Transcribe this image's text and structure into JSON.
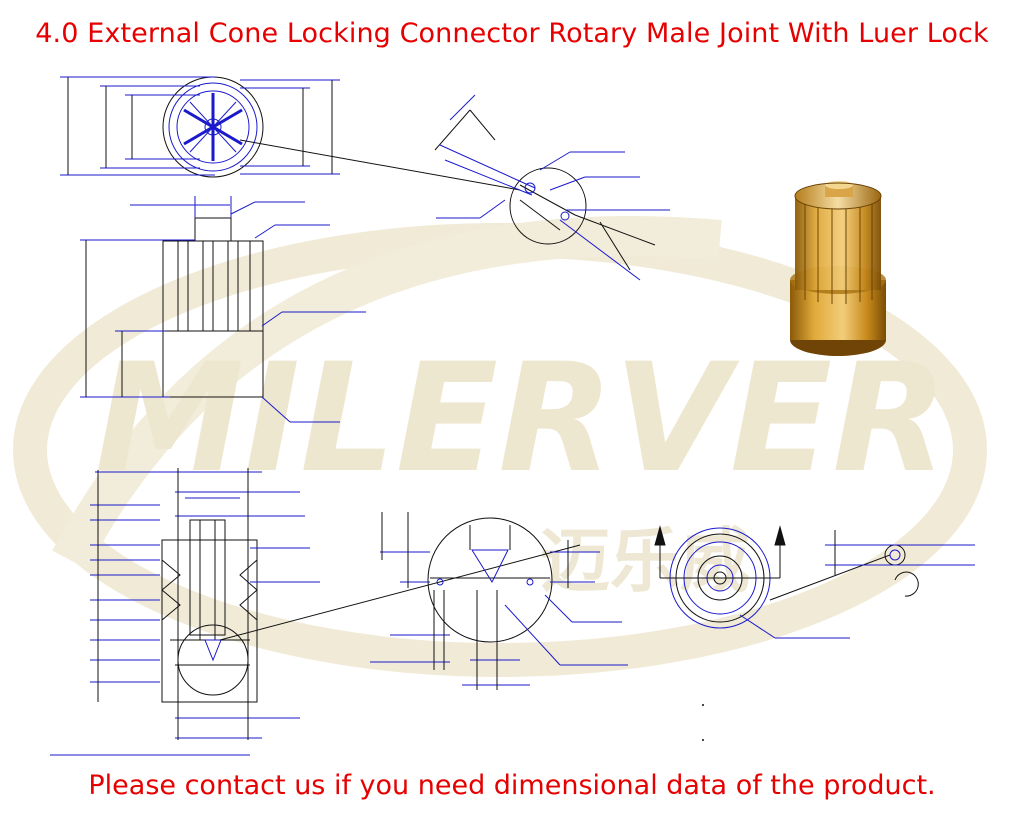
{
  "title": "4.0 External Cone Locking Connector Rotary Male Joint With Luer Lock",
  "footer": "Please contact us if you need dimensional data of the product.",
  "watermark": {
    "brand": "MILERVER",
    "chinese": "迈乐威"
  },
  "colors": {
    "text_red": "#e60000",
    "drawing_blue": "#1a1acc",
    "drawing_black": "#111111",
    "watermark": "#ece5cf",
    "product_amber": "#c98f1e"
  }
}
